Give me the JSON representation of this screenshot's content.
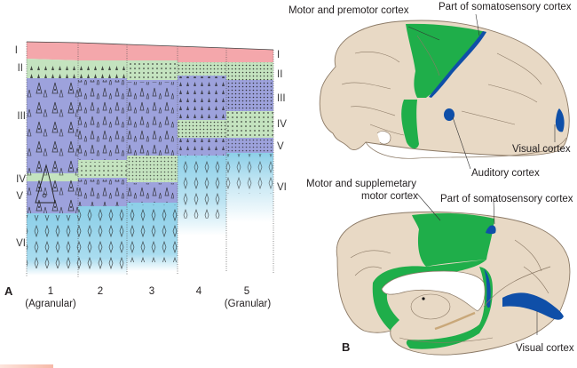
{
  "panel_a": {
    "label": "A",
    "layers_left": [
      "I",
      "II",
      "III",
      "IV",
      "V",
      "VI"
    ],
    "layers_right": [
      "I",
      "II",
      "III",
      "IV",
      "V",
      "VI"
    ],
    "columns": [
      {
        "number": "1",
        "subtitle": "(Agranular)"
      },
      {
        "number": "2",
        "subtitle": ""
      },
      {
        "number": "3",
        "subtitle": ""
      },
      {
        "number": "4",
        "subtitle": ""
      },
      {
        "number": "5",
        "subtitle": "(Granular)"
      }
    ],
    "layer_colors": {
      "I": "#f4a7ab",
      "II": "#c4e3bf",
      "III": "#9da2dc",
      "IV": "#c4e3bf",
      "V": "#9da2dc",
      "VI": "#8ccfe8"
    }
  },
  "panel_b": {
    "label": "B",
    "lateral_labels": {
      "motor": "Motor and premotor cortex",
      "somatosensory": "Part of somatosensory cortex",
      "auditory": "Auditory cortex",
      "visual": "Visual cortex"
    },
    "medial_labels": {
      "motor_line1": "Motor and supplemetary",
      "motor_line2": "motor cortex",
      "somatosensory": "Part of somatosensory cortex",
      "visual": "Visual cortex"
    },
    "colors": {
      "brain": "#e8d9c5",
      "motor": "#1fae4a",
      "sensory": "#0f4fa8"
    }
  }
}
